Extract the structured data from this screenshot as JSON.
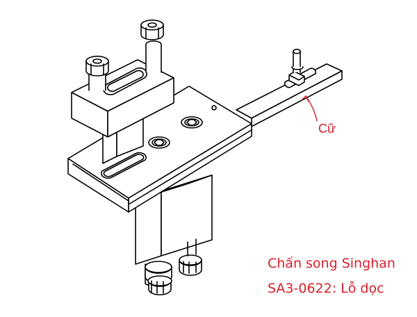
{
  "annotation": {
    "label": "Cữ",
    "color": "#d6202b"
  },
  "caption": {
    "line1": "Chấn song Singhan",
    "line2": "SA3-0622: Lỗ dọc",
    "color": "#d6202b"
  },
  "colors": {
    "line": "#000000",
    "fill": "#ffffff"
  }
}
